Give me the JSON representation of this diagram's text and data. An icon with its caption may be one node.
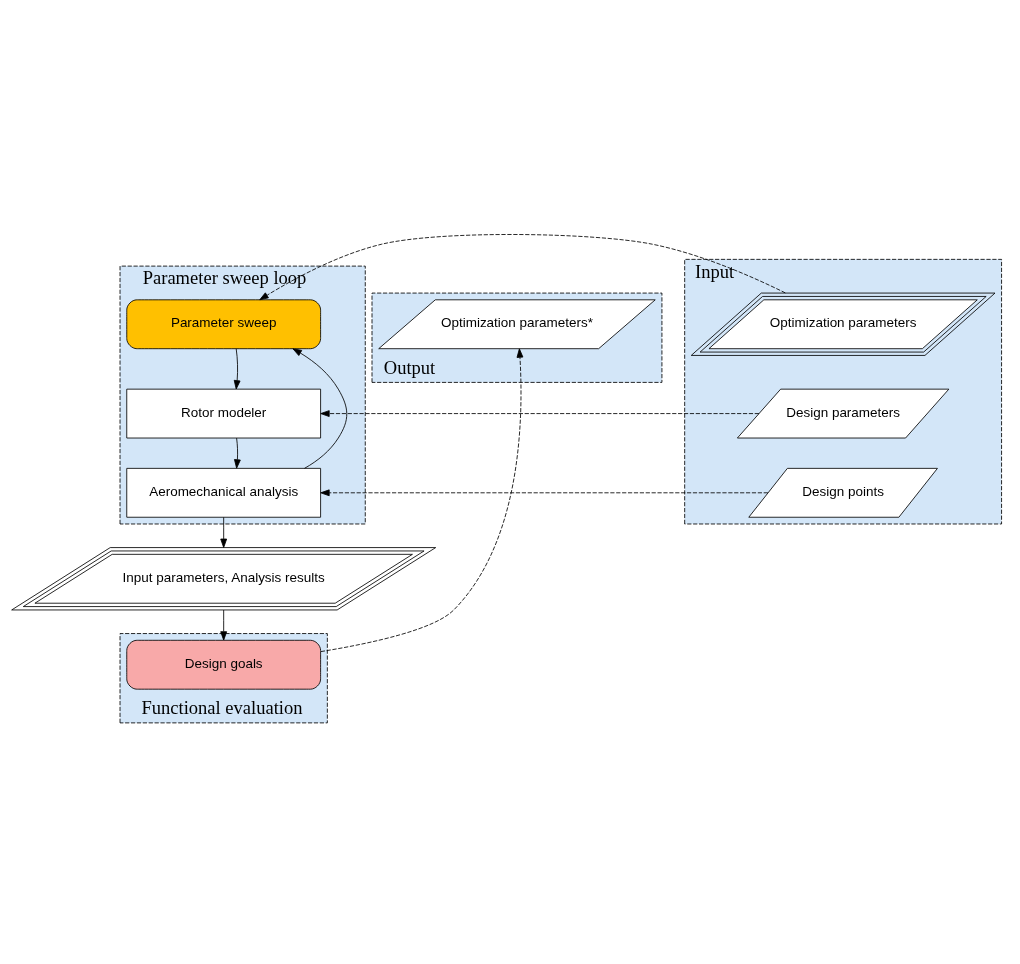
{
  "diagram": {
    "nodes": [
      {
        "text": [
          "Parameter sweep loop"
        ]
      },
      {
        "text": [
          "Parameter sweep"
        ],
        "in": 0
      },
      {
        "text": [
          "Rotor modeler"
        ],
        "in": 0
      },
      {
        "text": [
          "Aeromechanical analysis"
        ],
        "in": 0
      },
      {
        "text": [
          "Input"
        ]
      },
      {
        "text": [
          "Optimization parameters"
        ],
        "in": 4
      },
      {
        "text": [
          "Design parameters"
        ],
        "in": 4
      },
      {
        "text": [
          "Design points"
        ],
        "in": 4
      },
      {
        "text": [
          "Input parameters, Analysis results"
        ]
      },
      {
        "text": [
          "Functional evaluation"
        ]
      },
      {
        "text": [
          "Design goals"
        ],
        "in": 9
      },
      {
        "text": [
          "Output"
        ]
      },
      {
        "text": [
          "Optimization parameters*"
        ],
        "in": 11
      }
    ],
    "edges": [
      {
        "from": 1,
        "to": 2,
        "arrow": "to"
      },
      {
        "from": 2,
        "to": 3,
        "arrow": "to"
      },
      {
        "from": 3,
        "to": 1,
        "arrow": "to"
      },
      {
        "from": 5,
        "to": 1,
        "arrow": "to",
        "style": "dashed"
      },
      {
        "from": 6,
        "to": 2,
        "arrow": "to",
        "style": "dashed"
      },
      {
        "from": 7,
        "to": 3,
        "arrow": "to",
        "style": "dashed"
      },
      {
        "from": 3,
        "to": 8,
        "arrow": "to"
      },
      {
        "from": 8,
        "to": 10,
        "arrow": "to"
      },
      {
        "from": 10,
        "to": 12,
        "arrow": "to",
        "style": "dashed"
      }
    ]
  }
}
